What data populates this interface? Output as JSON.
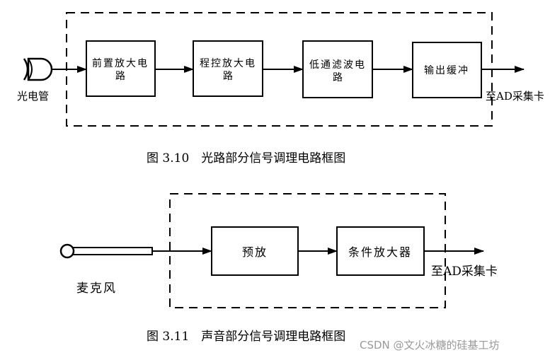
{
  "figure1": {
    "sensor_label": "光电管",
    "blocks": [
      {
        "line1": "前置放大电",
        "line2": "路"
      },
      {
        "line1": "程控放大电",
        "line2": "路"
      },
      {
        "line1": "低通滤波电",
        "line2": "路"
      },
      {
        "line1": "输出缓冲",
        "line2": ""
      }
    ],
    "output_label": "至AD采集卡",
    "caption": "图 3.10　光路部分信号调理电路框图"
  },
  "figure2": {
    "sensor_label": "麦克风",
    "blocks": [
      {
        "line1": "预放"
      },
      {
        "line1": "条件放大器"
      }
    ],
    "output_label": "至AD采集卡",
    "caption": "图 3.11　声音部分信号调理电路框图"
  },
  "watermark": "CSDN @文火冰糖的硅基工坊"
}
